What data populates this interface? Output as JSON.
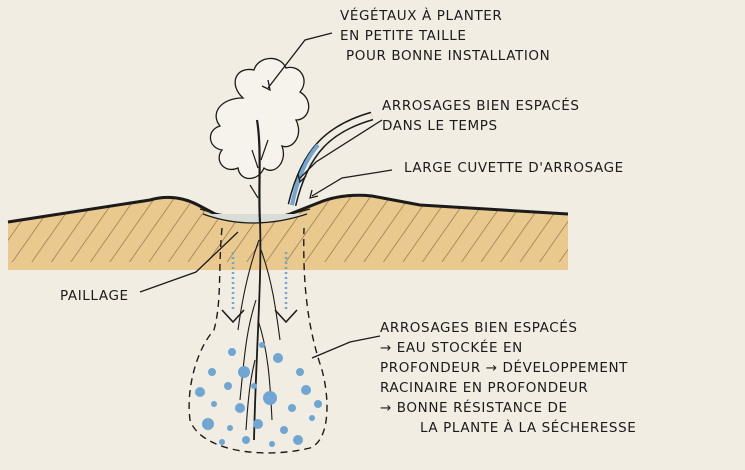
{
  "labels": {
    "vegetaux": [
      "VÉGÉTAUX À PLANTER",
      "EN PETITE TAILLE",
      "POUR BONNE INSTALLATION"
    ],
    "arrosages_top": [
      "ARROSAGES BIEN ESPACÉS",
      "DANS LE TEMPS"
    ],
    "cuvette": "LARGE CUVETTE D'ARROSAGE",
    "paillage": "PAILLAGE",
    "arrosages_bottom": [
      "ARROSAGES BIEN ESPACÉS",
      "→ EAU STOCKÉE EN",
      "PROFONDEUR → DÉVELOPPEMENT",
      "RACINAIRE EN PROFONDEUR",
      "→ BONNE RÉSISTANCE DE",
      "LA PLANTE À LA SÉCHERESSE"
    ]
  },
  "colors": {
    "paper": "#f1ede3",
    "soil": "#e9c98e",
    "ink": "#1b1b1b",
    "water": "#6fa6d3"
  }
}
